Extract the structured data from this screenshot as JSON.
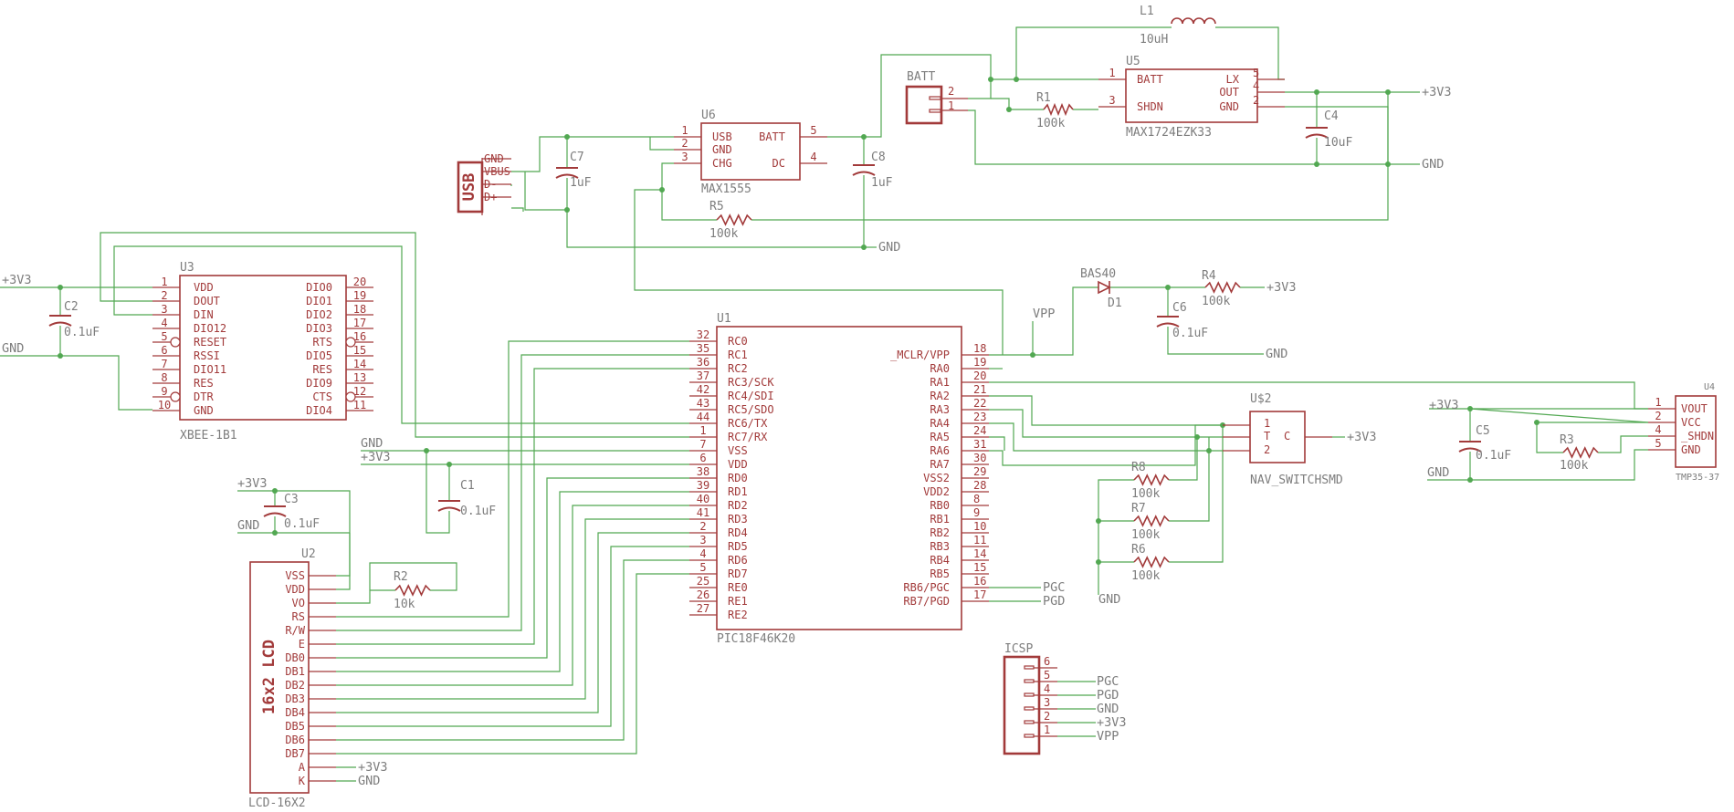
{
  "u1": {
    "ref": "U1",
    "value": "PIC18F46K20",
    "left": [
      [
        "32",
        "RC0"
      ],
      [
        "35",
        "RC1"
      ],
      [
        "36",
        "RC2"
      ],
      [
        "37",
        "RC3/SCK"
      ],
      [
        "42",
        "RC4/SDI"
      ],
      [
        "43",
        "RC5/SDO"
      ],
      [
        "44",
        "RC6/TX"
      ],
      [
        "1",
        "RC7/RX"
      ],
      [
        "7",
        "VSS"
      ],
      [
        "6",
        "VDD"
      ],
      [
        "38",
        "RD0"
      ],
      [
        "39",
        "RD1"
      ],
      [
        "40",
        "RD2"
      ],
      [
        "41",
        "RD3"
      ],
      [
        "2",
        "RD4"
      ],
      [
        "3",
        "RD5"
      ],
      [
        "4",
        "RD6"
      ],
      [
        "5",
        "RD7"
      ],
      [
        "25",
        "RE0"
      ],
      [
        "26",
        "RE1"
      ],
      [
        "27",
        "RE2"
      ]
    ],
    "right": [
      [
        "18",
        "_MCLR/VPP"
      ],
      [
        "19",
        "RA0"
      ],
      [
        "20",
        "RA1"
      ],
      [
        "21",
        "RA2"
      ],
      [
        "22",
        "RA3"
      ],
      [
        "23",
        "RA4"
      ],
      [
        "24",
        "RA5"
      ],
      [
        "31",
        "RA6"
      ],
      [
        "30",
        "RA7"
      ],
      [
        "29",
        "VSS2"
      ],
      [
        "28",
        "VDD2"
      ],
      [
        "8",
        "RB0"
      ],
      [
        "9",
        "RB1"
      ],
      [
        "10",
        "RB2"
      ],
      [
        "11",
        "RB3"
      ],
      [
        "14",
        "RB4"
      ],
      [
        "15",
        "RB5"
      ],
      [
        "16",
        "RB6/PGC"
      ],
      [
        "17",
        "RB7/PGD"
      ]
    ]
  },
  "u2": {
    "ref": "U2",
    "value": "LCD-16X2",
    "title": "16x2 LCD",
    "pins": [
      "VSS",
      "VDD",
      "VO",
      "RS",
      "R/W",
      "E",
      "DB0",
      "DB1",
      "DB2",
      "DB3",
      "DB4",
      "DB5",
      "DB6",
      "DB7",
      "A",
      "K"
    ]
  },
  "u3": {
    "ref": "U3",
    "value": "XBEE-1B1",
    "left": [
      [
        "1",
        "VDD"
      ],
      [
        "2",
        "DOUT"
      ],
      [
        "3",
        "DIN"
      ],
      [
        "4",
        "DIO12"
      ],
      [
        "5",
        "RESET"
      ],
      [
        "6",
        "RSSI"
      ],
      [
        "7",
        "DIO11"
      ],
      [
        "8",
        "RES"
      ],
      [
        "9",
        "DTR"
      ],
      [
        "10",
        "GND"
      ]
    ],
    "right": [
      [
        "20",
        "DIO0"
      ],
      [
        "19",
        "DIO1"
      ],
      [
        "18",
        "DIO2"
      ],
      [
        "17",
        "DIO3"
      ],
      [
        "16",
        "RTS"
      ],
      [
        "15",
        "DIO5"
      ],
      [
        "14",
        "RES"
      ],
      [
        "13",
        "DIO9"
      ],
      [
        "12",
        "CTS"
      ],
      [
        "11",
        "DIO4"
      ]
    ]
  },
  "u4": {
    "ref": "U4",
    "value": "TMP35-37",
    "pins": [
      [
        "1",
        "VOUT"
      ],
      [
        "2",
        "VCC"
      ],
      [
        "4",
        "_SHDN"
      ],
      [
        "5",
        "GND"
      ]
    ]
  },
  "u5": {
    "ref": "U5",
    "value": "MAX1724EZK33",
    "pins_left": [
      [
        "1",
        "BATT"
      ],
      [
        "3",
        "SHDN"
      ]
    ],
    "pins_right": [
      [
        "5",
        "LX"
      ],
      [
        "4",
        "OUT"
      ],
      [
        "2",
        "GND"
      ]
    ]
  },
  "u6": {
    "ref": "U6",
    "value": "MAX1555",
    "pins_left": [
      [
        "1",
        "USB"
      ],
      [
        "2",
        "GND"
      ],
      [
        "3",
        "CHG"
      ]
    ],
    "pins_right": [
      [
        "5",
        "BATT"
      ],
      [
        "4",
        "DC"
      ]
    ]
  },
  "us2": {
    "ref": "U$2",
    "value": "NAV_SWITCHSMD",
    "pins": [
      "1",
      "T",
      "2",
      "C"
    ]
  },
  "usb": {
    "title": "USB",
    "pins": [
      "GND",
      "VBUS",
      "D-",
      "D+"
    ]
  },
  "batt": {
    "ref": "BATT",
    "pins": [
      "2",
      "1"
    ]
  },
  "icsp": {
    "ref": "ICSP",
    "pins": [
      [
        "6",
        ""
      ],
      [
        "5",
        "PGC"
      ],
      [
        "4",
        "PGD"
      ],
      [
        "3",
        "GND"
      ],
      [
        "2",
        "+3V3"
      ],
      [
        "1",
        "VPP"
      ]
    ]
  },
  "parts": {
    "L1": [
      "L1",
      "10uH"
    ],
    "R1": [
      "R1",
      "100k"
    ],
    "R2": [
      "R2",
      "10k"
    ],
    "R3": [
      "R3",
      "100k"
    ],
    "R4": [
      "R4",
      "100k"
    ],
    "R5": [
      "R5",
      "100k"
    ],
    "R6": [
      "R6",
      "100k"
    ],
    "R7": [
      "R7",
      "100k"
    ],
    "R8": [
      "R8",
      "100k"
    ],
    "C1": [
      "C1",
      "0.1uF"
    ],
    "C2": [
      "C2",
      "0.1uF"
    ],
    "C3": [
      "C3",
      "0.1uF"
    ],
    "C4": [
      "C4",
      "10uF"
    ],
    "C5": [
      "C5",
      "0.1uF"
    ],
    "C6": [
      "C6",
      "0.1uF"
    ],
    "C7": [
      "C7",
      "1uF"
    ],
    "C8": [
      "C8",
      "1uF"
    ],
    "D1": [
      "BAS40",
      "D1"
    ]
  },
  "nets": {
    "v33": "+3V3",
    "gnd": "GND",
    "vpp": "VPP",
    "pgc": "PGC",
    "pgd": "PGD"
  }
}
